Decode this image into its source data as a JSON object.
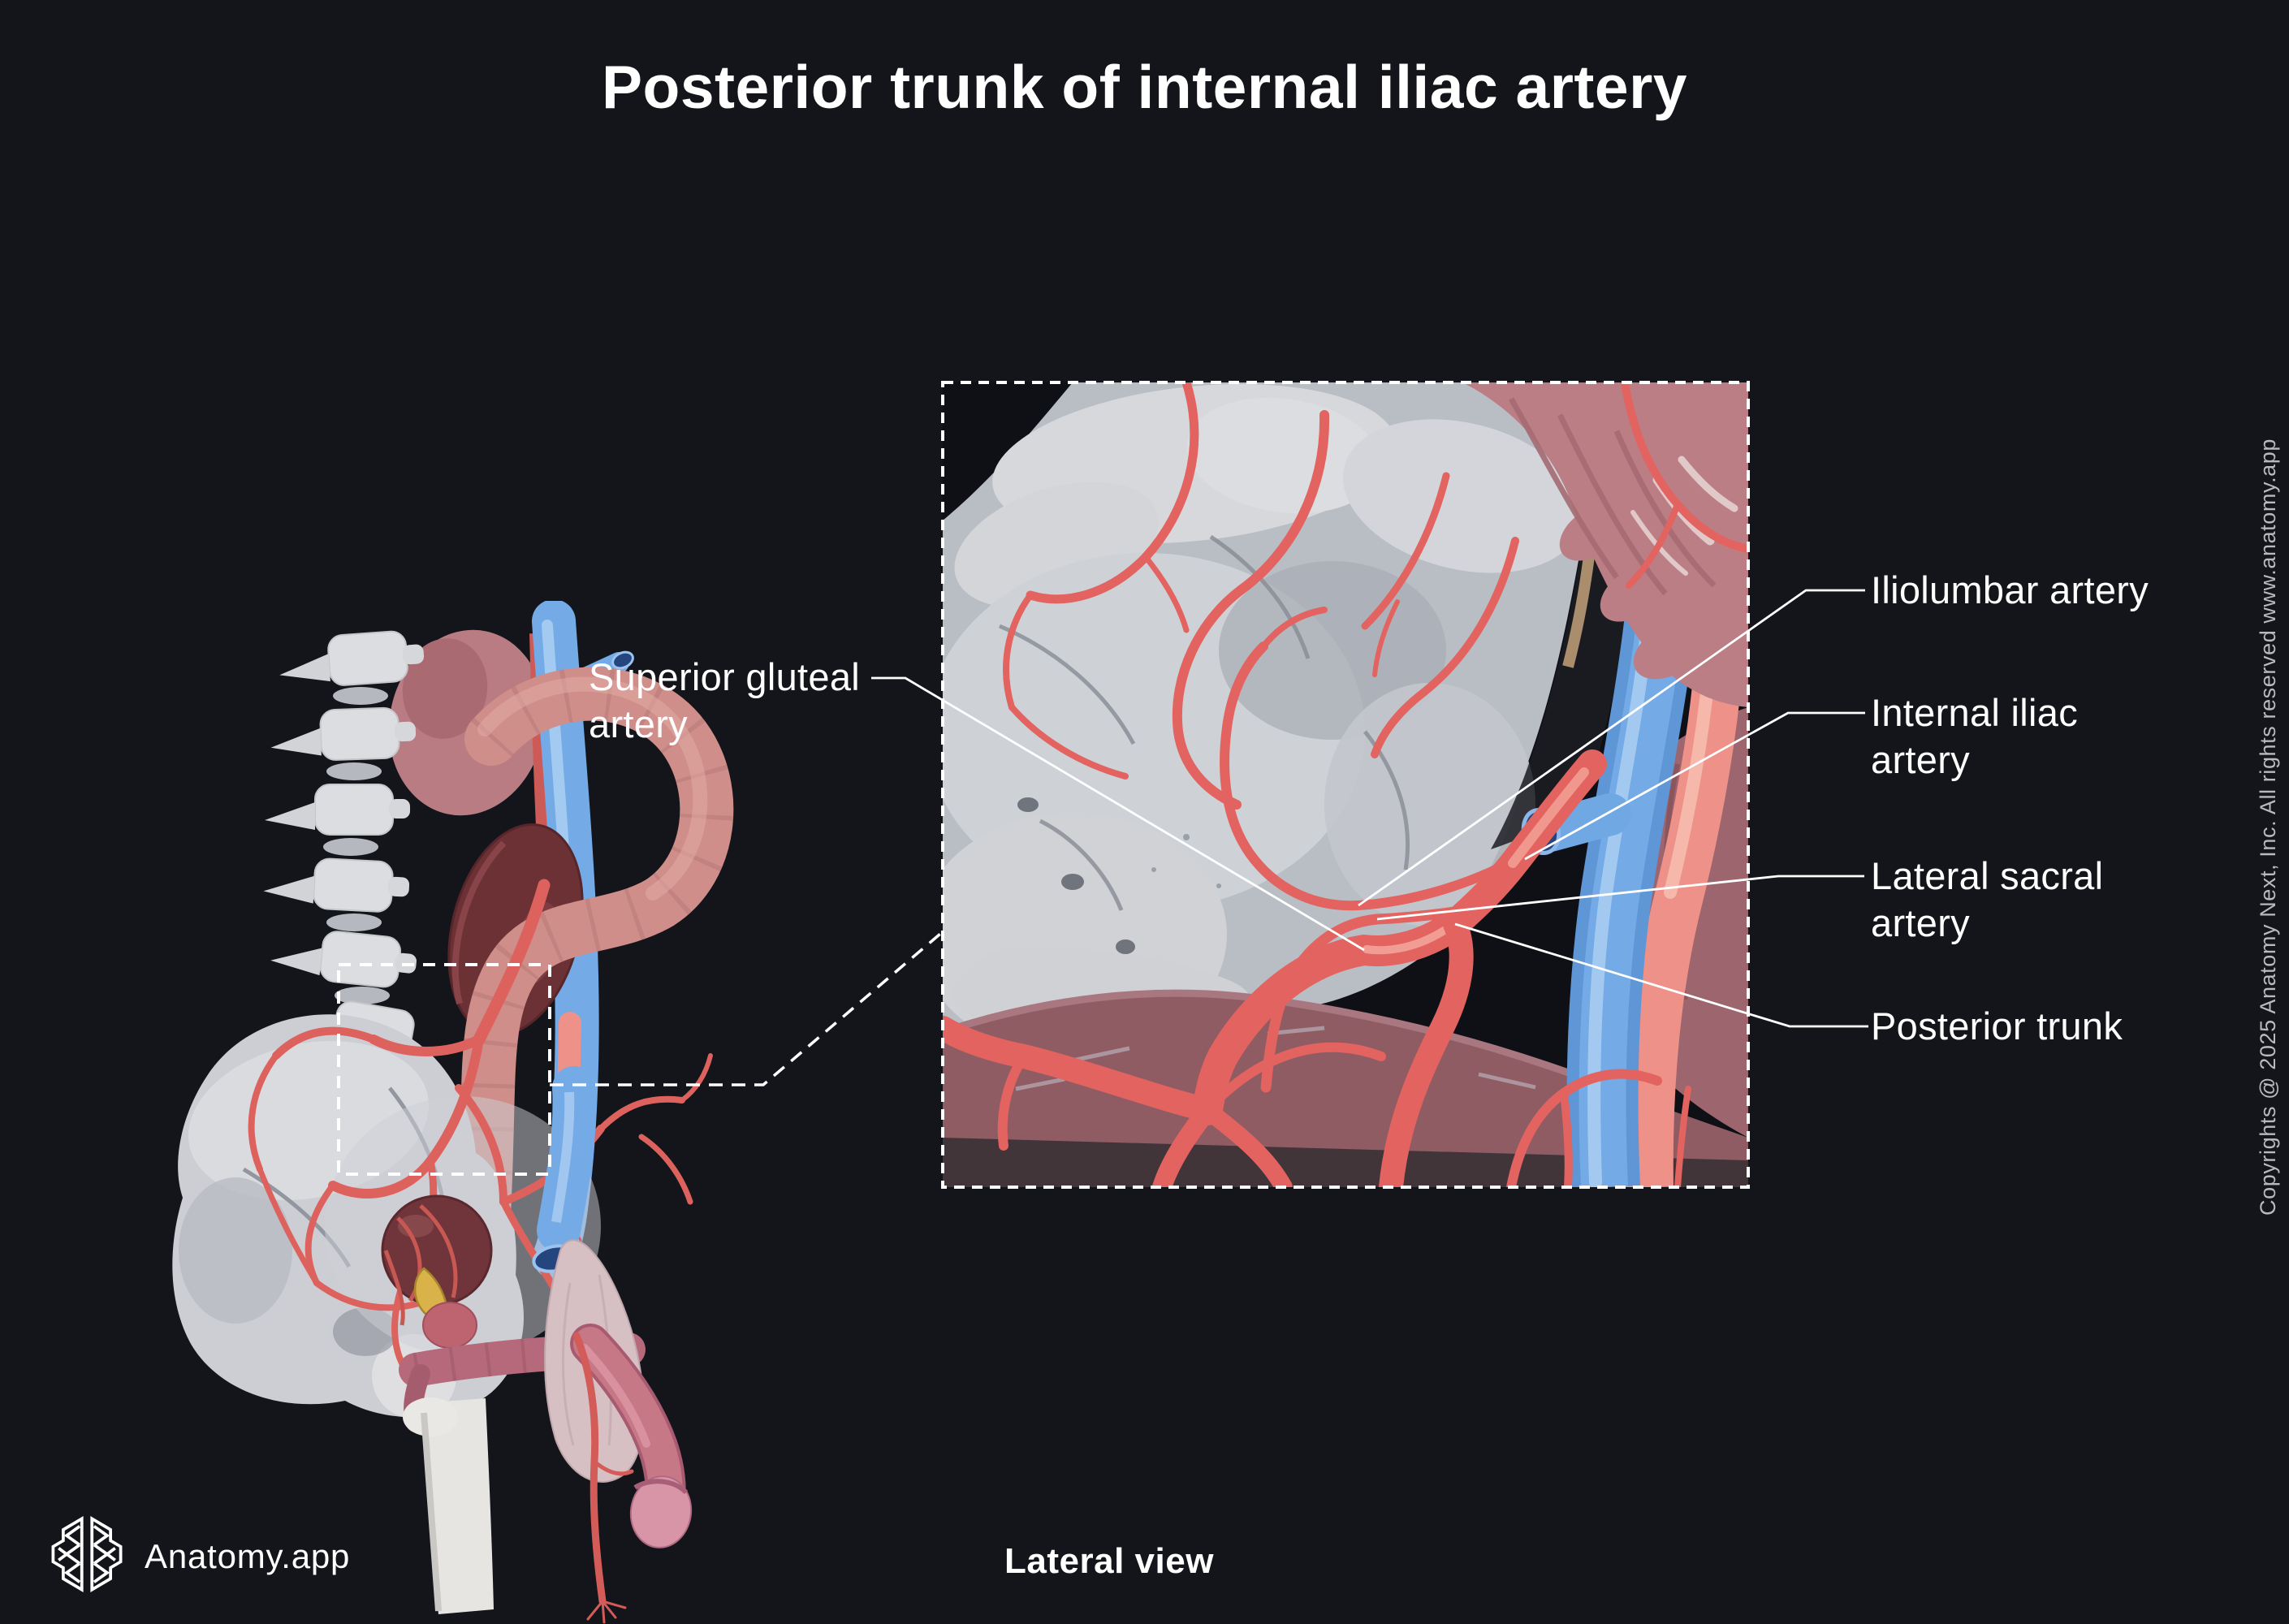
{
  "title": "Posterior trunk of internal iliac artery",
  "view": {
    "label": "Lateral view"
  },
  "brand": {
    "name": "Anatomy.app",
    "logo_icon": "brain-hexagon-icon"
  },
  "copyright": "Copyrights @ 2025 Anatomy Next, Inc. All rights reserved www.anatomy.app",
  "annotations": {
    "superior_gluteal": {
      "text": "Superior gluteal artery",
      "line1": "Superior gluteal",
      "line2": "artery"
    },
    "iliolumbar": {
      "text": "Iliolumbar artery"
    },
    "internal_iliac": {
      "text": "Internal iliac artery",
      "line1": "Internal iliac",
      "line2": "artery"
    },
    "lateral_sacral": {
      "text": "Lateral sacral artery",
      "line1": "Lateral sacral",
      "line2": "artery"
    },
    "posterior_trunk": {
      "text": "Posterior trunk"
    }
  },
  "figure": {
    "type": "anatomical illustration with magnified inset",
    "inset_style": "dashed white border, zoom region linked by dashed connector"
  },
  "colors": {
    "background": "#13151b",
    "label_text": "#ffffff",
    "leader_line": "#ffffff",
    "copyright_text": "#b9babd",
    "artery_red": "#e2635f",
    "artery_salmon": "#ee9188",
    "vein_blue": "#6fa8e3",
    "bone_light": "#d2d4d8",
    "muscle_pink": "#bb7e85",
    "muscle_dark": "#8f5c64",
    "organ_maroon": "#6f353a",
    "colon_pink": "#cf8e8a"
  }
}
